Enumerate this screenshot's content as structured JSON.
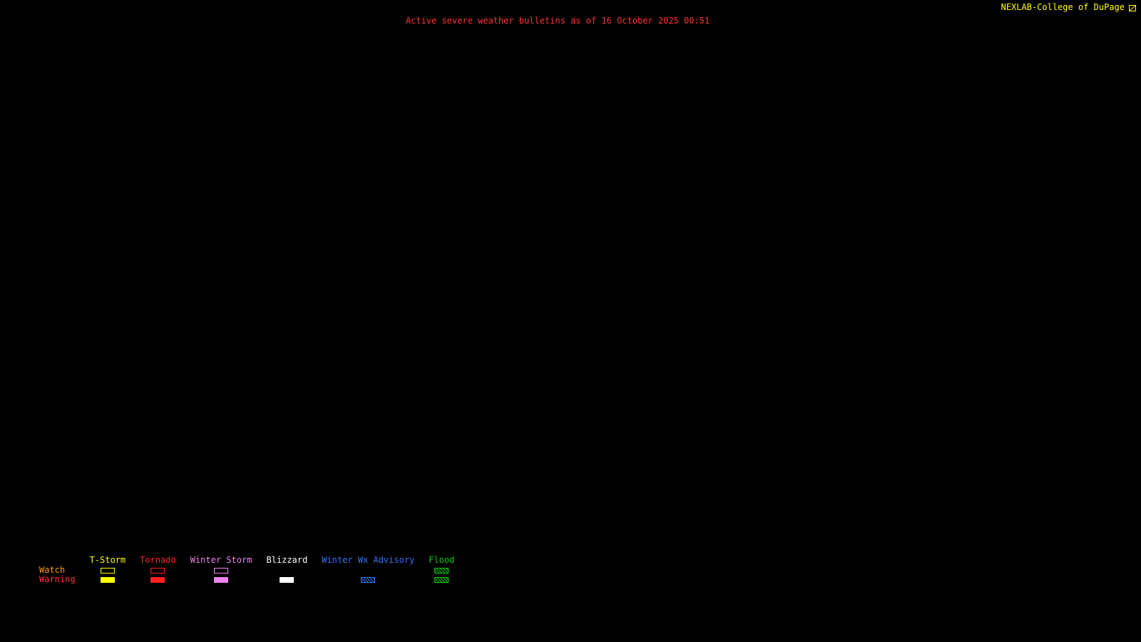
{
  "page": {
    "background": "#000000"
  },
  "header": {
    "bulletin_title": "Active severe weather bulletins as of 16 October 2025 00:51",
    "bulletin_title_color": "#ff3333",
    "attribution": "NEXLAB-College of DuPage",
    "attribution_color": "#ffff00"
  },
  "legend": {
    "watch_label": "Watch",
    "watch_label_color": "#ff9900",
    "warning_label": "Warning",
    "warning_label_color": "#ff3333",
    "categories": [
      {
        "label": "T-Storm",
        "color": "#ffff00",
        "watch_swatch": "outline",
        "warning_swatch": "fill"
      },
      {
        "label": "Tornado",
        "color": "#ff2020",
        "watch_swatch": "outline",
        "warning_swatch": "fill"
      },
      {
        "label": "Winter Storm",
        "color": "#ee82ee",
        "watch_swatch": "outline",
        "warning_swatch": "fill"
      },
      {
        "label": "Blizzard",
        "color": "#ffffff",
        "watch_swatch": "none",
        "warning_swatch": "fill"
      },
      {
        "label": "Winter Wx Advisory",
        "color": "#3672ff",
        "watch_swatch": "none",
        "warning_swatch": "hatch"
      },
      {
        "label": "Flood",
        "color": "#00cc00",
        "watch_swatch": "hatch",
        "warning_swatch": "hatch"
      }
    ]
  }
}
